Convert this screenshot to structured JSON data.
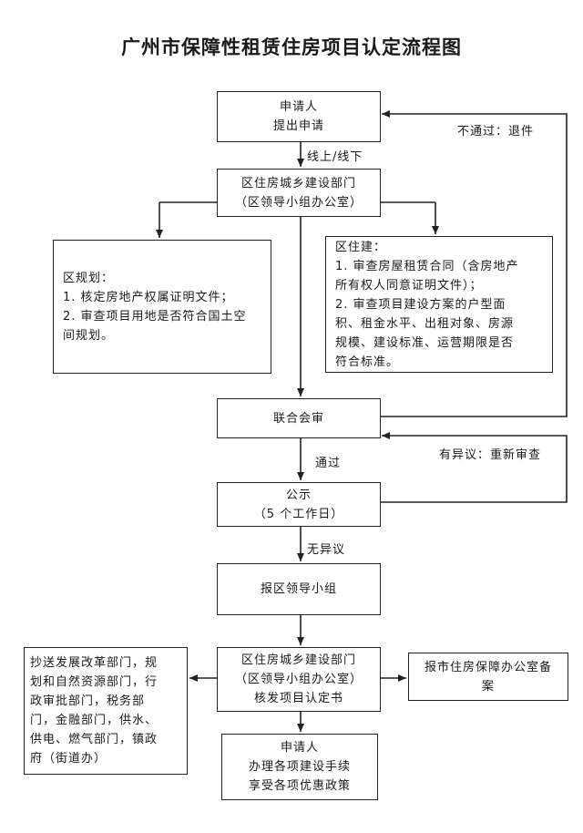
{
  "title": "广州市保障性租赁住房项目认定流程图",
  "nodes": {
    "apply": [
      "申请人",
      "提出申请"
    ],
    "district_housing": [
      "区住房城乡建设部门",
      "（区领导小组办公室）"
    ],
    "planning": [
      "区规划：",
      "1. 核定房地产权属证明文件；",
      "2. 审查项目用地是否符合国土空",
      "间规划。"
    ],
    "construction": [
      "区住建：",
      "1. 审查房屋租赁合同（含房地产",
      "所有权人同意证明文件）；",
      "2. 审查项目建设方案的户型面",
      "积、租金水平、出租对象、房源",
      "规模、建设标准、运营期限是否",
      "符合标准。"
    ],
    "joint_review": [
      "联合会审"
    ],
    "publicity": [
      "公示",
      "（5 个工作日）"
    ],
    "leader_group": [
      "报区领导小组"
    ],
    "issue_cert": [
      "区住房城乡建设部门",
      "（区领导小组办公室）",
      "核发项目认定书"
    ],
    "cc_depts": [
      "抄送发展改革部门，规",
      "划和自然资源部门，行",
      "政审批部门，税务部",
      "门，金融部门，供水、",
      "供电、燃气部门，镇政",
      "府（街道办）"
    ],
    "city_filing": [
      "报市住房保障办公室备",
      "案"
    ],
    "final": [
      "申请人",
      "办理各项建设手续",
      "享受各项优惠政策"
    ]
  },
  "edge_labels": {
    "online_offline": "线上/线下",
    "rejected": "不通过：退件",
    "passed": "通过",
    "objection": "有异议：重新审查",
    "no_objection": "无异议"
  }
}
